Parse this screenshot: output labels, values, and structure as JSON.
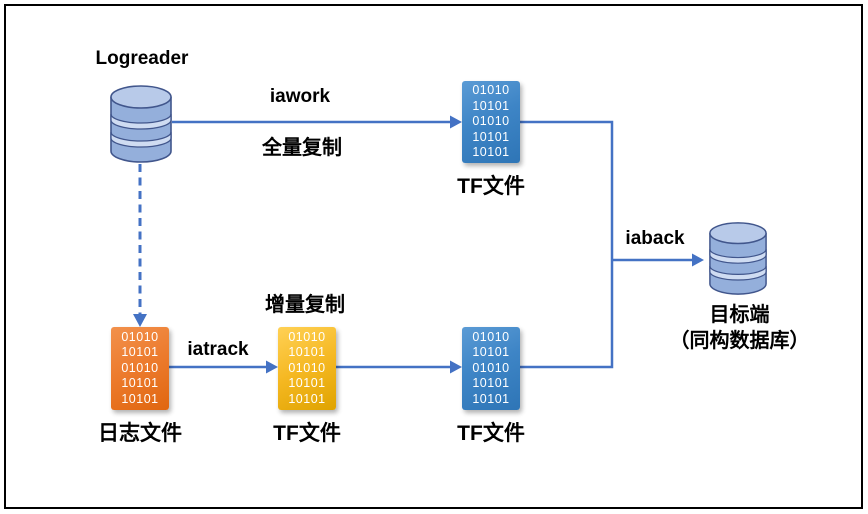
{
  "diagram": {
    "source_label": "Logreader",
    "flow_labels": {
      "iawork": "iawork",
      "full_replication": "全量复制",
      "incremental_replication": "增量复制",
      "iatrack": "iatrack",
      "iaback": "iaback"
    },
    "nodes": {
      "tf_full": {
        "label": "TF文件",
        "content": "01010\n10101\n01010\n10101\n10101"
      },
      "log_file": {
        "label": "日志文件",
        "content": "01010\n10101\n01010\n10101\n10101"
      },
      "tf_incremental": {
        "label": "TF文件",
        "content": "01010\n10101\n01010\n10101\n10101"
      },
      "tf_merged": {
        "label": "TF文件",
        "content": "01010\n10101\n01010\n10101\n10101"
      },
      "target": {
        "label_line1": "目标端",
        "label_line2": "（同构数据库）"
      }
    },
    "colors": {
      "connector": "#4472C4",
      "box_blue_top": "#5B9BD5",
      "box_blue_bottom": "#2E75B6",
      "box_orange_top": "#F2914C",
      "box_orange_bottom": "#E0660F",
      "box_gold_top": "#FFD155",
      "box_gold_bottom": "#DFA300",
      "cylinder_body": "#94AFDB",
      "cylinder_top": "#B8CAE9",
      "cylinder_band": "#CFDCF2",
      "cylinder_stroke": "#41568C",
      "binary_text": "#FFFFFF",
      "label_text": "#000000",
      "frame_border": "#000000"
    }
  }
}
